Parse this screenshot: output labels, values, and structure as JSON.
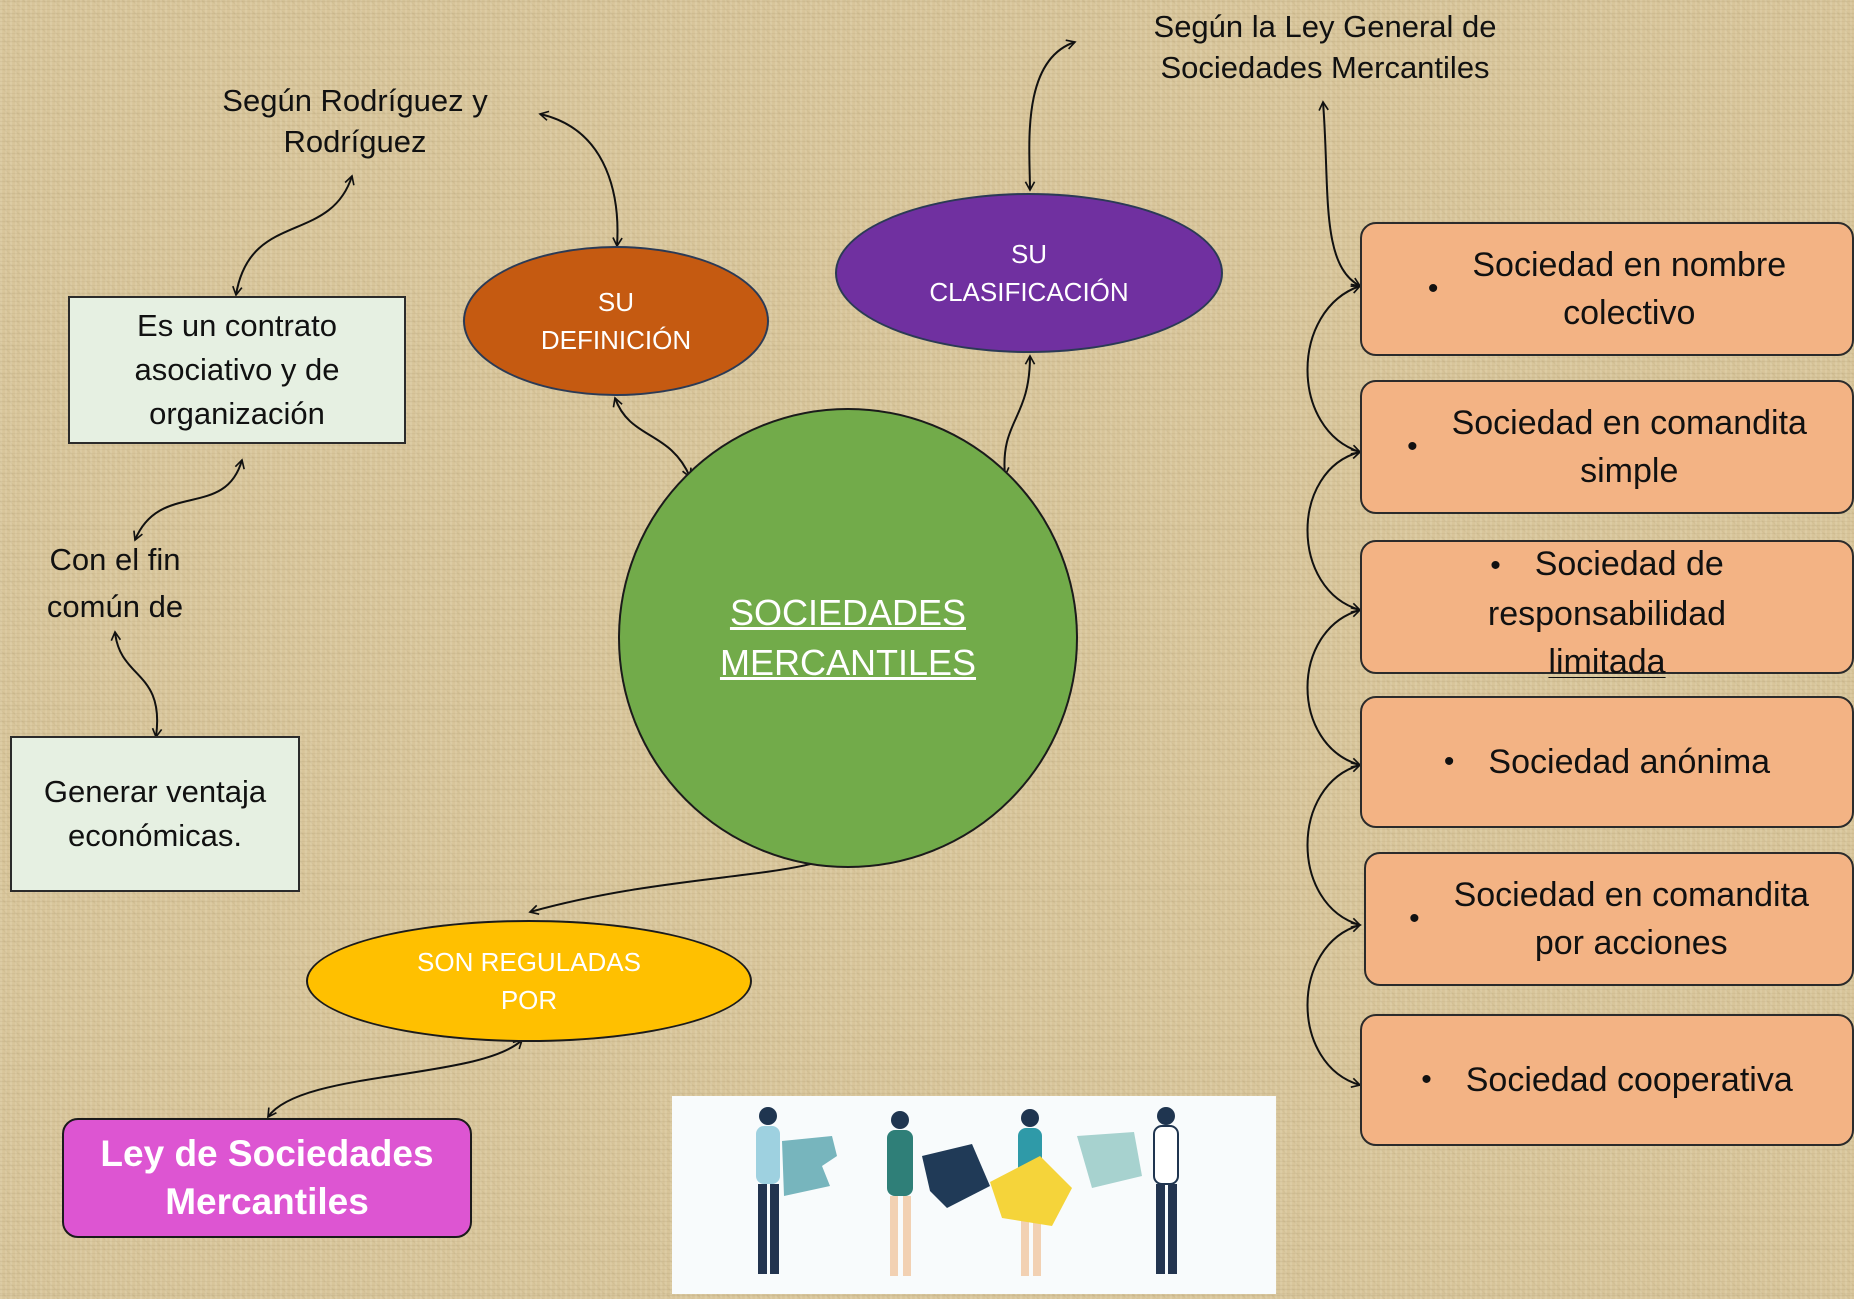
{
  "central": {
    "label_line1": "SOCIEDADES",
    "label_line2": "MERCANTILES",
    "color": "#72ab4a"
  },
  "definition": {
    "label_line1": "SU",
    "label_line2": "DEFINICIÓN",
    "color": "#c55a11",
    "source_line1": "Según Rodríguez y",
    "source_line2": "Rodríguez",
    "contract_line1": "Es un contrato",
    "contract_line2": "asociativo y de",
    "contract_line3": "organización",
    "purpose_line1": "Con el fin",
    "purpose_line2": "común de",
    "goal_line1": "Generar ventaja",
    "goal_line2": "económicas."
  },
  "classification": {
    "label_line1": "SU",
    "label_line2": "CLASIFICACIÓN",
    "color": "#7030a0",
    "source_line1": "Según la Ley General de",
    "source_line2": "Sociedades Mercantiles",
    "bullet": "•",
    "types": [
      {
        "line1": "Sociedad en nombre",
        "line2": "colectivo"
      },
      {
        "line1": "Sociedad en comandita",
        "line2": "simple"
      },
      {
        "line1": "Sociedad de",
        "line2": "responsabilidad",
        "line3": "limitada"
      },
      {
        "line1": "Sociedad anónima"
      },
      {
        "line1": "Sociedad en comandita",
        "line2": "por acciones"
      },
      {
        "line1": "Sociedad cooperativa"
      }
    ],
    "box_color": "#f3b384"
  },
  "regulation": {
    "label_line1": "SON REGULADAS",
    "label_line2": "POR",
    "color": "#ffc000",
    "law_line1": "Ley de Sociedades",
    "law_line2": "Mercantiles",
    "law_color": "#dd55d2"
  },
  "illustration": {
    "icon": "teamwork-puzzle-illustration"
  }
}
